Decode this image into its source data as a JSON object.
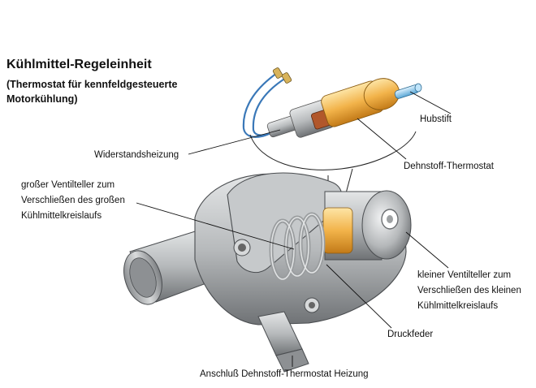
{
  "title": "Kühlmittel-Regeleinheit",
  "subtitle_lines": [
    "(Thermostat für kennfeldgesteuerte",
    "Motorkühlung)"
  ],
  "labels": {
    "hubstift": "Hubstift",
    "widerstandsheizung": "Widerstandsheizung",
    "dehnstoff_thermostat": "Dehnstoff-Thermostat",
    "grosser_ventilteller": [
      "großer Ventilteller zum",
      "Verschließen des großen",
      "Kühlmittelkreislaufs"
    ],
    "kleiner_ventilteller": [
      "kleiner Ventilteller zum",
      "Verschließen des kleinen",
      "Kühlmittelkreislaufs"
    ],
    "druckfeder": "Druckfeder",
    "anschluss": "Anschluß Dehnstoff-Thermostat Heizung"
  },
  "colors": {
    "metal": "#b9bcbe",
    "metal_dark": "#6f7275",
    "wax_element": "#f2b34a",
    "wire_blue": "#3a78b8",
    "leader_line": "#111111"
  }
}
